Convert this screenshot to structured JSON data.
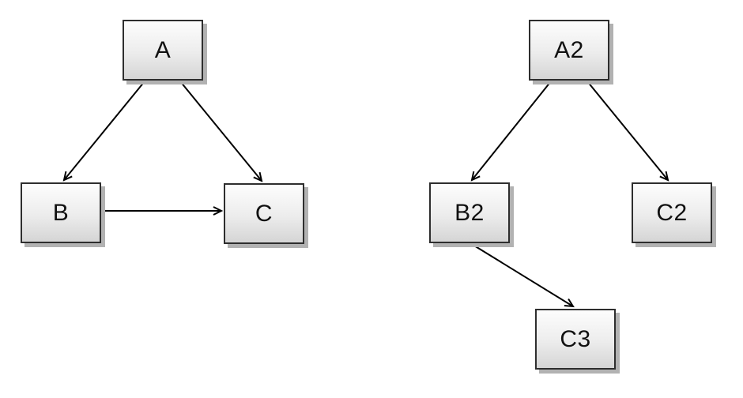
{
  "page": {
    "background_color": "#ffffff"
  },
  "diagram": {
    "style": {
      "node_fill_top": "#fdfdfd",
      "node_fill_bottom": "#d5d5d5",
      "node_border_color": "#2e2e2e",
      "node_shadow_color": "#b2b2b2",
      "edge_color": "#000000",
      "label_color": "#111111",
      "arrowhead": "open-v"
    },
    "graphs": [
      {
        "name": "left-graph",
        "nodes": [
          {
            "id": "A",
            "label": "A"
          },
          {
            "id": "B",
            "label": "B"
          },
          {
            "id": "C",
            "label": "C"
          }
        ],
        "edges": [
          {
            "from": "A",
            "to": "B",
            "directed": true
          },
          {
            "from": "A",
            "to": "C",
            "directed": true
          },
          {
            "from": "B",
            "to": "C",
            "directed": true
          }
        ]
      },
      {
        "name": "right-graph",
        "nodes": [
          {
            "id": "A2",
            "label": "A2"
          },
          {
            "id": "B2",
            "label": "B2"
          },
          {
            "id": "C2",
            "label": "C2"
          },
          {
            "id": "C3",
            "label": "C3"
          }
        ],
        "edges": [
          {
            "from": "A2",
            "to": "B2",
            "directed": true
          },
          {
            "from": "A2",
            "to": "C2",
            "directed": true
          },
          {
            "from": "B2",
            "to": "C3",
            "directed": true
          }
        ]
      }
    ]
  }
}
